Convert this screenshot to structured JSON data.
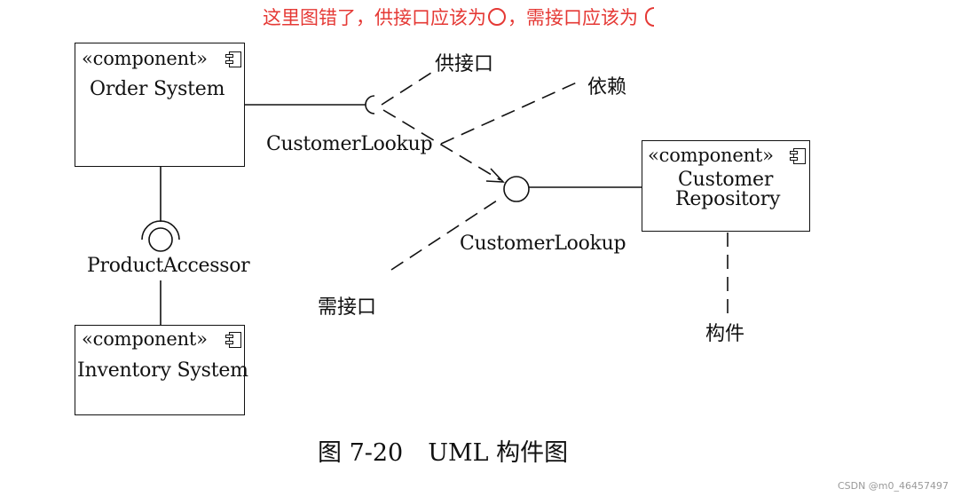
{
  "note": {
    "part1": "这里图错了，供接口应该为",
    "part2": "，需接口应该为",
    "provided_symbol_icon": "circle",
    "required_symbol_icon": "half-circle",
    "color": "#e53935"
  },
  "components": {
    "order": {
      "stereotype": "«component»",
      "name": "Order System"
    },
    "inventory": {
      "stereotype": "«component»",
      "name": "Inventory System"
    },
    "customer": {
      "stereotype": "«component»",
      "name_line1": "Customer",
      "name_line2": "Repository"
    }
  },
  "interfaces": {
    "order_customer_lookup": "CustomerLookup",
    "repo_customer_lookup": "CustomerLookup",
    "product_accessor": "ProductAccessor"
  },
  "annotations": {
    "provided_interface": "供接口",
    "dependency": "依赖",
    "required_interface": "需接口",
    "component": "构件"
  },
  "caption": {
    "figure_no": "图 7-20",
    "title": "UML 构件图"
  },
  "watermark": "CSDN @m0_46457497"
}
